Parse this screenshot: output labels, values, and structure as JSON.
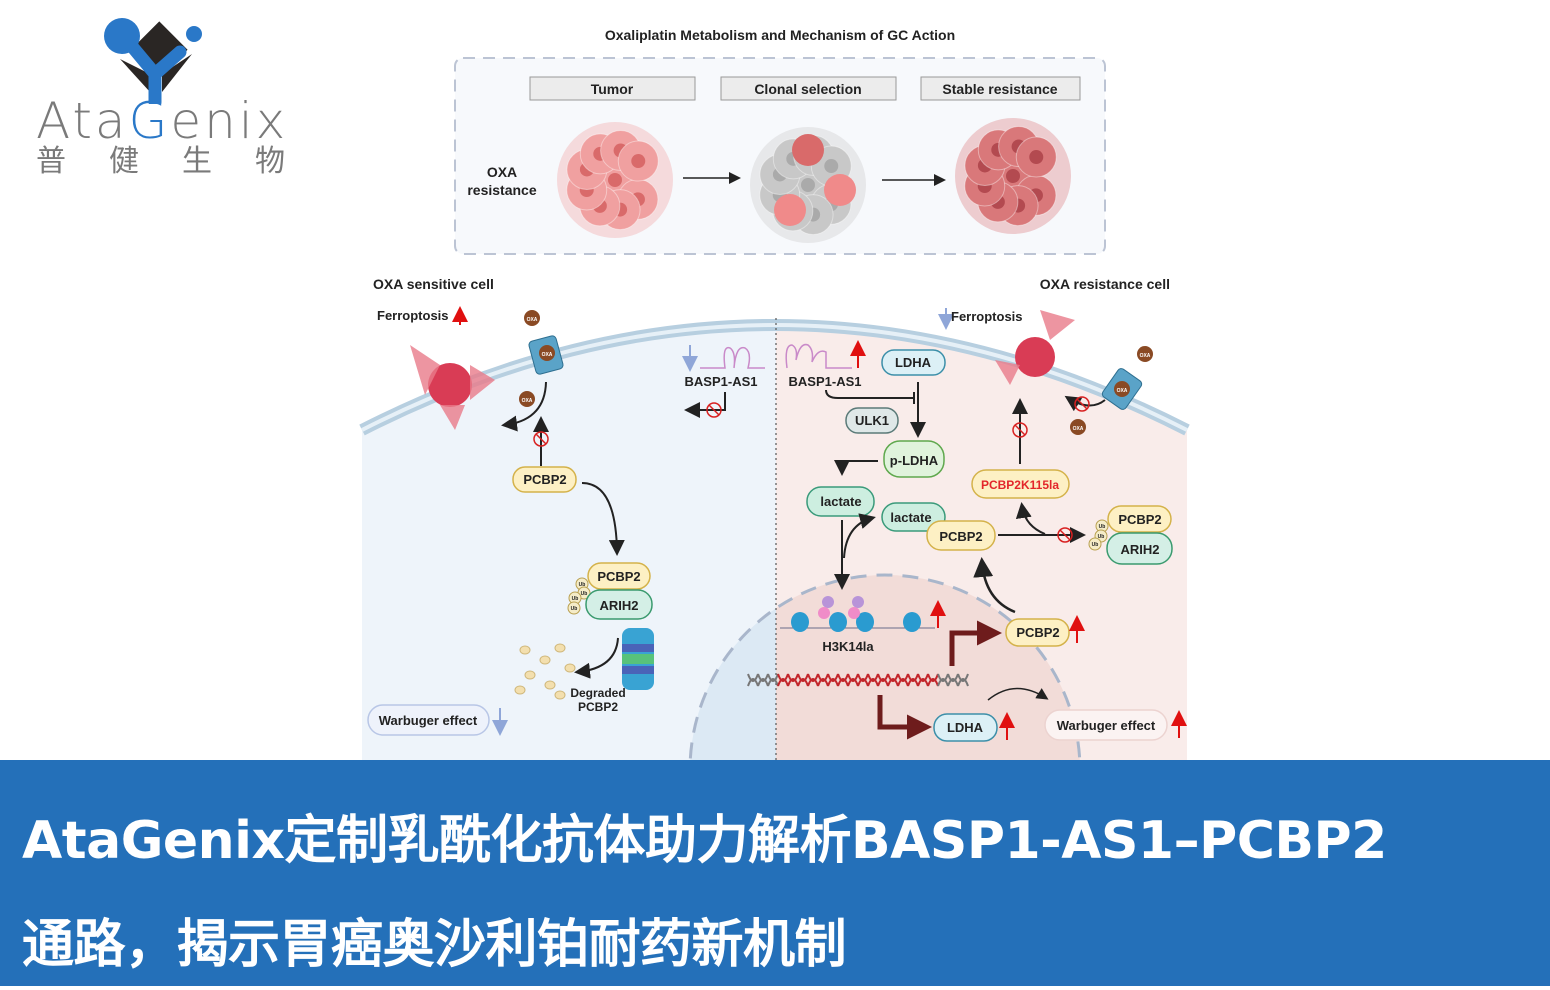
{
  "logo": {
    "brand_prefix": "Ata",
    "brand_g": "G",
    "brand_suffix": "enix",
    "chinese": "普健生物"
  },
  "top_panel": {
    "title": "Oxaliplatin Metabolism and Mechanism of GC Action",
    "stages": [
      "Tumor",
      "Clonal selection",
      "Stable resistance"
    ],
    "row_label": [
      "OXA",
      "resistance"
    ]
  },
  "sensitive_cell": {
    "title": "OXA sensitive cell",
    "ferroptosis": "Ferroptosis",
    "oxa": "OXA",
    "basp1": "BASP1-AS1",
    "pcbp2": "PCBP2",
    "complex": {
      "top": "PCBP2",
      "bottom": "ARIH2",
      "ub": "Ub"
    },
    "degraded": [
      "Degraded",
      "PCBP2"
    ],
    "warburg": "Warbuger effect"
  },
  "resistance_cell": {
    "title": "OXA resistance cell",
    "ferroptosis": "Ferroptosis",
    "oxa": "OXA",
    "basp1": "BASP1-AS1",
    "ldha_top": "LDHA",
    "ulk1": "ULK1",
    "p_ldha": "p-LDHA",
    "lactate1": "lactate",
    "lactate2": "lactate",
    "pcbp2_lact": "PCBP2",
    "pcbp2_k115la": "PCBP2K115la",
    "complex": {
      "top": "PCBP2",
      "bottom": "ARIH2",
      "ub": "Ub"
    },
    "h3k14la": "H3K14la",
    "pcbp2_up": "PCBP2",
    "ldha_bottom": "LDHA",
    "warburg": "Warbuger effect"
  },
  "banner": {
    "line1": "AtaGenix定制乳酰化抗体助力解析BASP1-AS1–PCBP2",
    "line2": "通路，揭示胃癌奥沙利铂耐药新机制"
  },
  "colors": {
    "banner": "#2470b9",
    "brand_blue": "#2a78c8",
    "up_arrow": "#e01010",
    "down_arrow": "#8fa6d8",
    "highlight_text": "#e3262b"
  }
}
